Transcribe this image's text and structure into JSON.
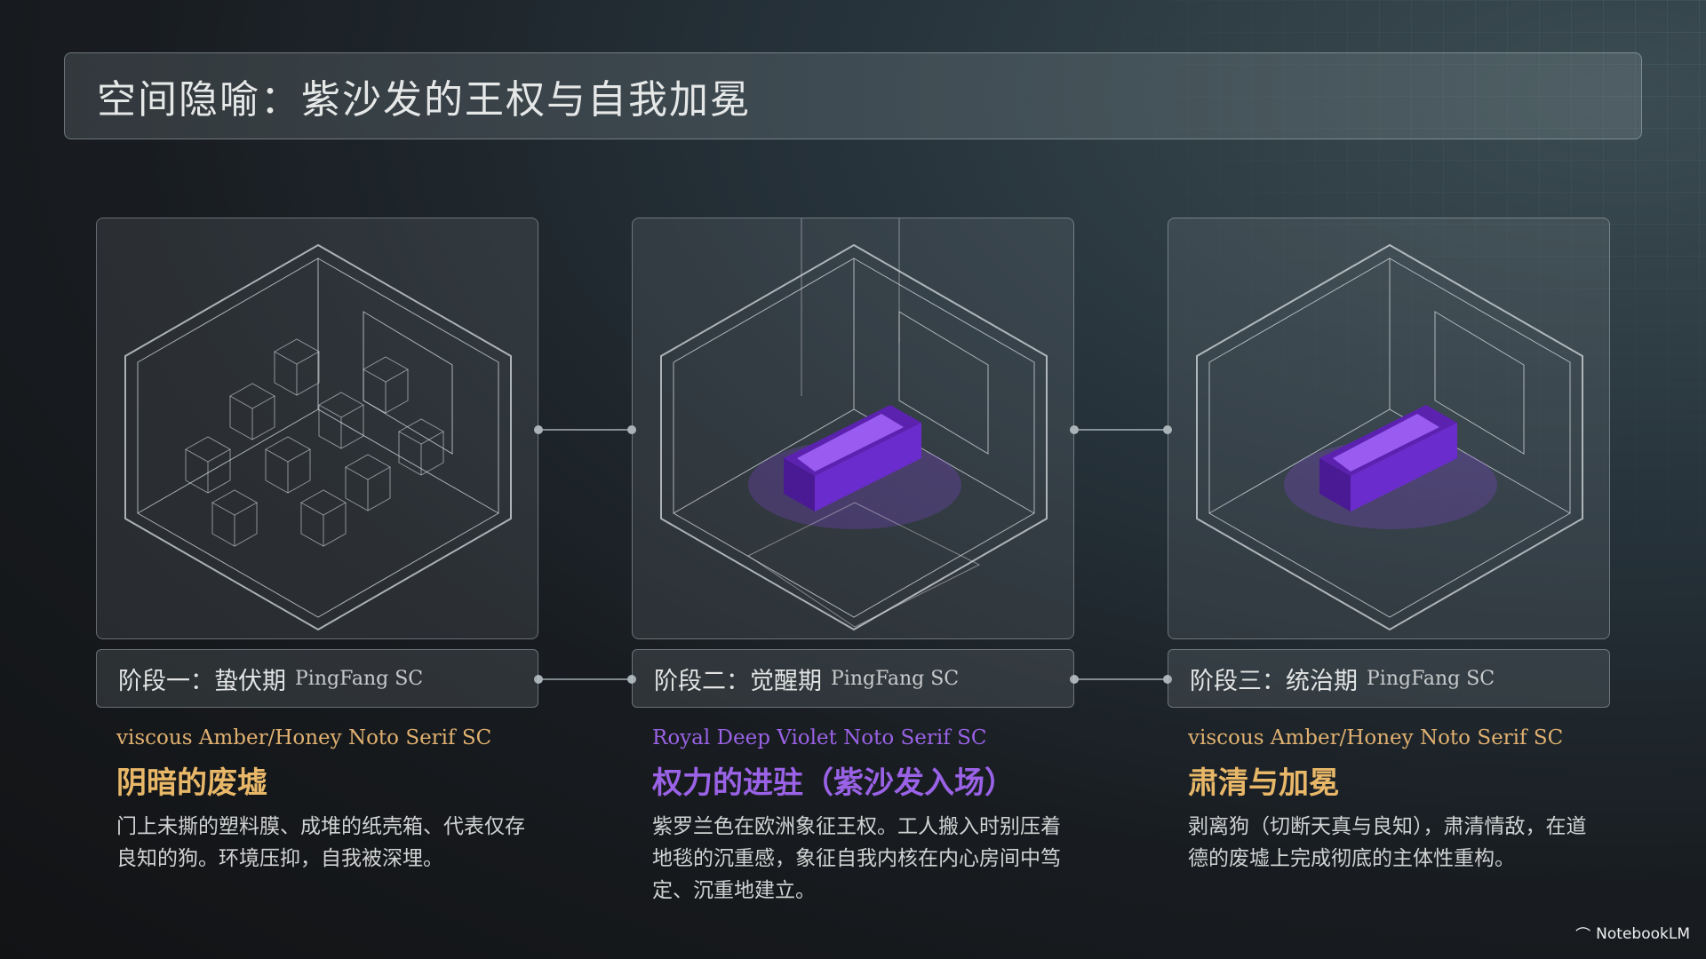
{
  "title": "空间隐喻：紫沙发的王权与自我加冕",
  "colors": {
    "amber": "#e8b768",
    "violet": "#9a62e6",
    "sofa": "#7a32d8"
  },
  "stages": [
    {
      "label": "阶段一：蛰伏期",
      "label_font": "PingFang SC",
      "subtitle": "viscous Amber/Honey Noto Serif SC",
      "heading": "阴暗的废墟",
      "body": "门上未撕的塑料膜、成堆的纸壳箱、代表仅存良知的狗。环境压抑，自我被深埋。",
      "accent": "amber"
    },
    {
      "label": "阶段二：觉醒期",
      "label_font": "PingFang SC",
      "subtitle": "Royal Deep Violet Noto Serif SC",
      "heading": "权力的进驻（紫沙发入场）",
      "body": "紫罗兰色在欧洲象征王权。工人搬入时别压着地毯的沉重感，象征自我内核在内心房间中笃定、沉重地建立。",
      "accent": "violet"
    },
    {
      "label": "阶段三：统治期",
      "label_font": "PingFang SC",
      "subtitle": "viscous Amber/Honey Noto Serif SC",
      "heading": "肃清与加冕",
      "body": "剥离狗（切断天真与良知），肃清情敌，在道德的废墟上完成彻底的主体性重构。",
      "accent": "amber"
    }
  ],
  "brand": "NotebookLM"
}
